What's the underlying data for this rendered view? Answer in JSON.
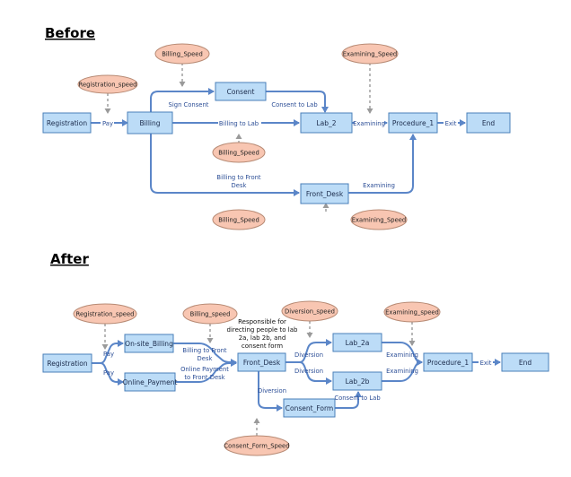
{
  "headings": {
    "before": "Before",
    "after": "After"
  },
  "before": {
    "boxes": {
      "registration": "Registration",
      "billing": "Billing",
      "consent": "Consent",
      "lab2": "Lab_2",
      "procedure1": "Procedure_1",
      "end": "End",
      "front_desk": "Front_Desk"
    },
    "ovals": {
      "registration_speed": "Registration_speed",
      "billing_speed_top": "Billing_Speed",
      "examining_speed_top": "Examining_Speed",
      "billing_speed_mid": "Billing_Speed",
      "billing_speed_bottom": "Billing_Speed",
      "examining_speed_bottom": "Examining_Speed"
    },
    "labels": {
      "pay": "Pay",
      "sign_consent": "Sign Consent",
      "consent_to_lab": "Consent to Lab",
      "billing_to_lab": "Billing to Lab",
      "examining_1": "Examining",
      "exit": "Exit",
      "billing_to_front_desk_1": "Billing to Front",
      "billing_to_front_desk_2": "Desk",
      "examining_2": "Examining"
    }
  },
  "after": {
    "boxes": {
      "registration": "Registration",
      "onsite_billing": "On-site_Billing",
      "online_payment": "Online_Payment",
      "front_desk": "Front_Desk",
      "lab2a": "Lab_2a",
      "lab2b": "Lab_2b",
      "consent_form": "Consent_Form",
      "procedure1": "Procedure_1",
      "end": "End"
    },
    "ovals": {
      "registration_speed": "Registration_speed",
      "billing_speed": "Billing_speed",
      "diversion_speed": "Diversion_speed",
      "examining_speed": "Examining_speed",
      "consent_form_speed": "Consent_Form_Speed"
    },
    "labels": {
      "pay_top": "Pay",
      "pay_bottom": "Pay",
      "billing_to_front_desk_1": "Billing to Front",
      "billing_to_front_desk_2": "Desk",
      "online_payment_1": "Online Payment",
      "online_payment_2": "to Front Desk",
      "diversion_top": "Diversion",
      "diversion_bottom": "Diversion",
      "diversion_down": "Diversion",
      "examining_top": "Examining",
      "examining_bottom": "Examining",
      "exit": "Exit",
      "consent_to_lab": "Consent to Lab"
    },
    "note": [
      "Responsible for",
      "directing people to lab",
      "2a, lab 2b, and",
      "consent form"
    ]
  }
}
